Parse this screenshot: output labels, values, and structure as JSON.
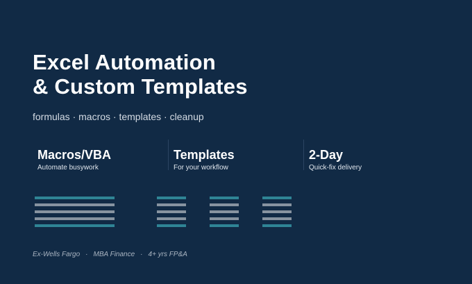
{
  "title": {
    "line1": "Excel Automation",
    "line2": "& Custom Templates"
  },
  "tagline": "formulas · macros · templates · cleanup",
  "features": [
    {
      "heading": "Macros/VBA",
      "subtitle": "Automate busywork"
    },
    {
      "heading": "Templates",
      "subtitle": "For your workflow"
    },
    {
      "heading": "2-Day",
      "subtitle": "Quick-fix delivery"
    }
  ],
  "footer": {
    "items": [
      "Ex-Wells Fargo",
      "MBA Finance",
      "4+ yrs FP&A"
    ],
    "separator": "·"
  },
  "colors": {
    "background": "#112a45",
    "accent_teal": "#2f8495",
    "bar_gray": "#8793a0"
  }
}
